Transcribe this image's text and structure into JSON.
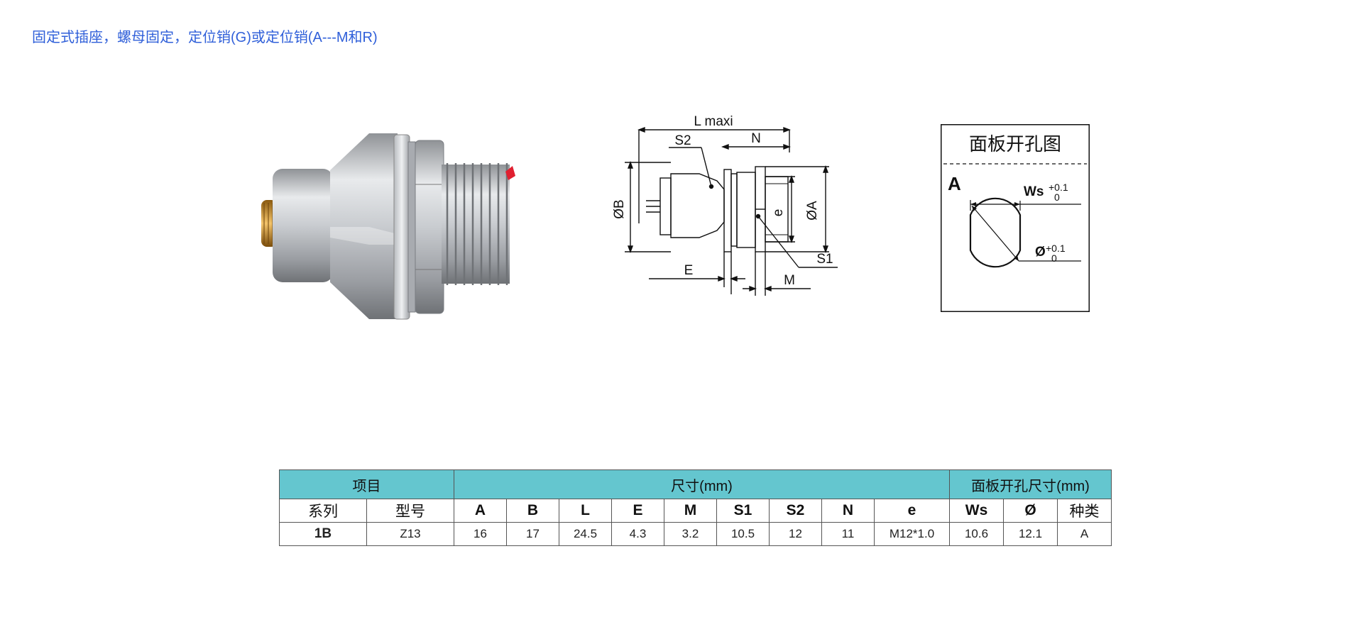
{
  "page": {
    "title": "固定式插座，螺母固定，定位销(G)或定位销(A---M和R)"
  },
  "drawing": {
    "labels": {
      "l_maxi": "L maxi",
      "s2": "S2",
      "n": "N",
      "dia_b": "ØB",
      "e_small": "e",
      "dia_a": "ØA",
      "s1": "S1",
      "e_big": "E",
      "m": "M"
    }
  },
  "cutout": {
    "title": "面板开孔图",
    "type_letter": "A",
    "ws_label": "Ws",
    "ws_tol_upper": "+0.1",
    "ws_tol_lower": "0",
    "dia_label": "Ø",
    "dia_tol_upper": "+0.1",
    "dia_tol_lower": "0"
  },
  "table": {
    "group_headers": [
      "项目",
      "尺寸(mm)",
      "面板开孔尺寸(mm)"
    ],
    "column_headers": [
      "系列",
      "型号",
      "A",
      "B",
      "L",
      "E",
      "M",
      "S1",
      "S2",
      "N",
      "e",
      "Ws",
      "Ø",
      "种类"
    ],
    "rows": [
      [
        "1B",
        "Z13",
        "16",
        "17",
        "24.5",
        "4.3",
        "3.2",
        "10.5",
        "12",
        "11",
        "M12*1.0",
        "10.6",
        "12.1",
        "A"
      ]
    ]
  },
  "colors": {
    "title": "#2f5fd9",
    "table_header_bg": "#64c6cf",
    "connector_pin_highlight": "#e02030"
  }
}
